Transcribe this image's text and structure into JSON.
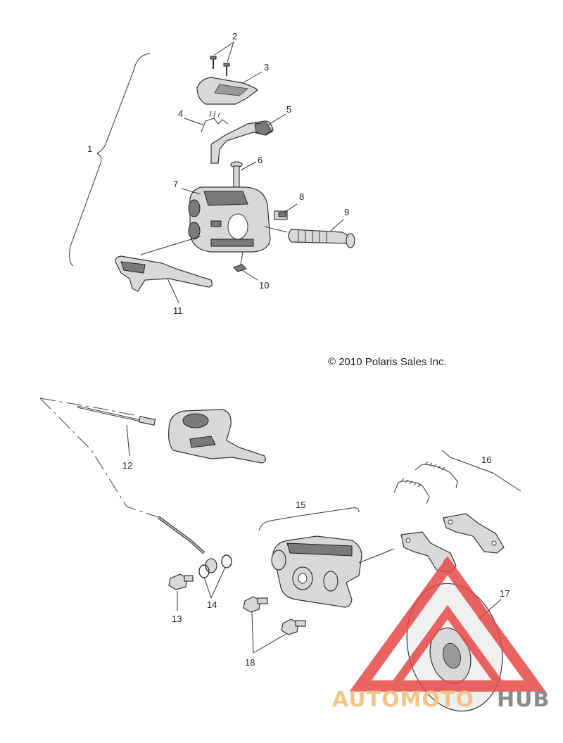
{
  "copyright": "© 2010 Polaris Sales Inc.",
  "callouts": {
    "c1": "1",
    "c2": "2",
    "c3": "3",
    "c4": "4",
    "c5": "5",
    "c6": "6",
    "c7": "7",
    "c8": "8",
    "c9": "9",
    "c10": "10",
    "c11": "11",
    "c12": "12",
    "c13": "13",
    "c14": "14",
    "c15": "15",
    "c16": "16",
    "c17": "17",
    "c18": "18"
  },
  "watermark": {
    "text_a": "AUTOMOTO",
    "text_b": "HUB",
    "color_a": "#f2c48a",
    "color_b": "#8a8a8a",
    "logo_color": "#e84a4a"
  }
}
